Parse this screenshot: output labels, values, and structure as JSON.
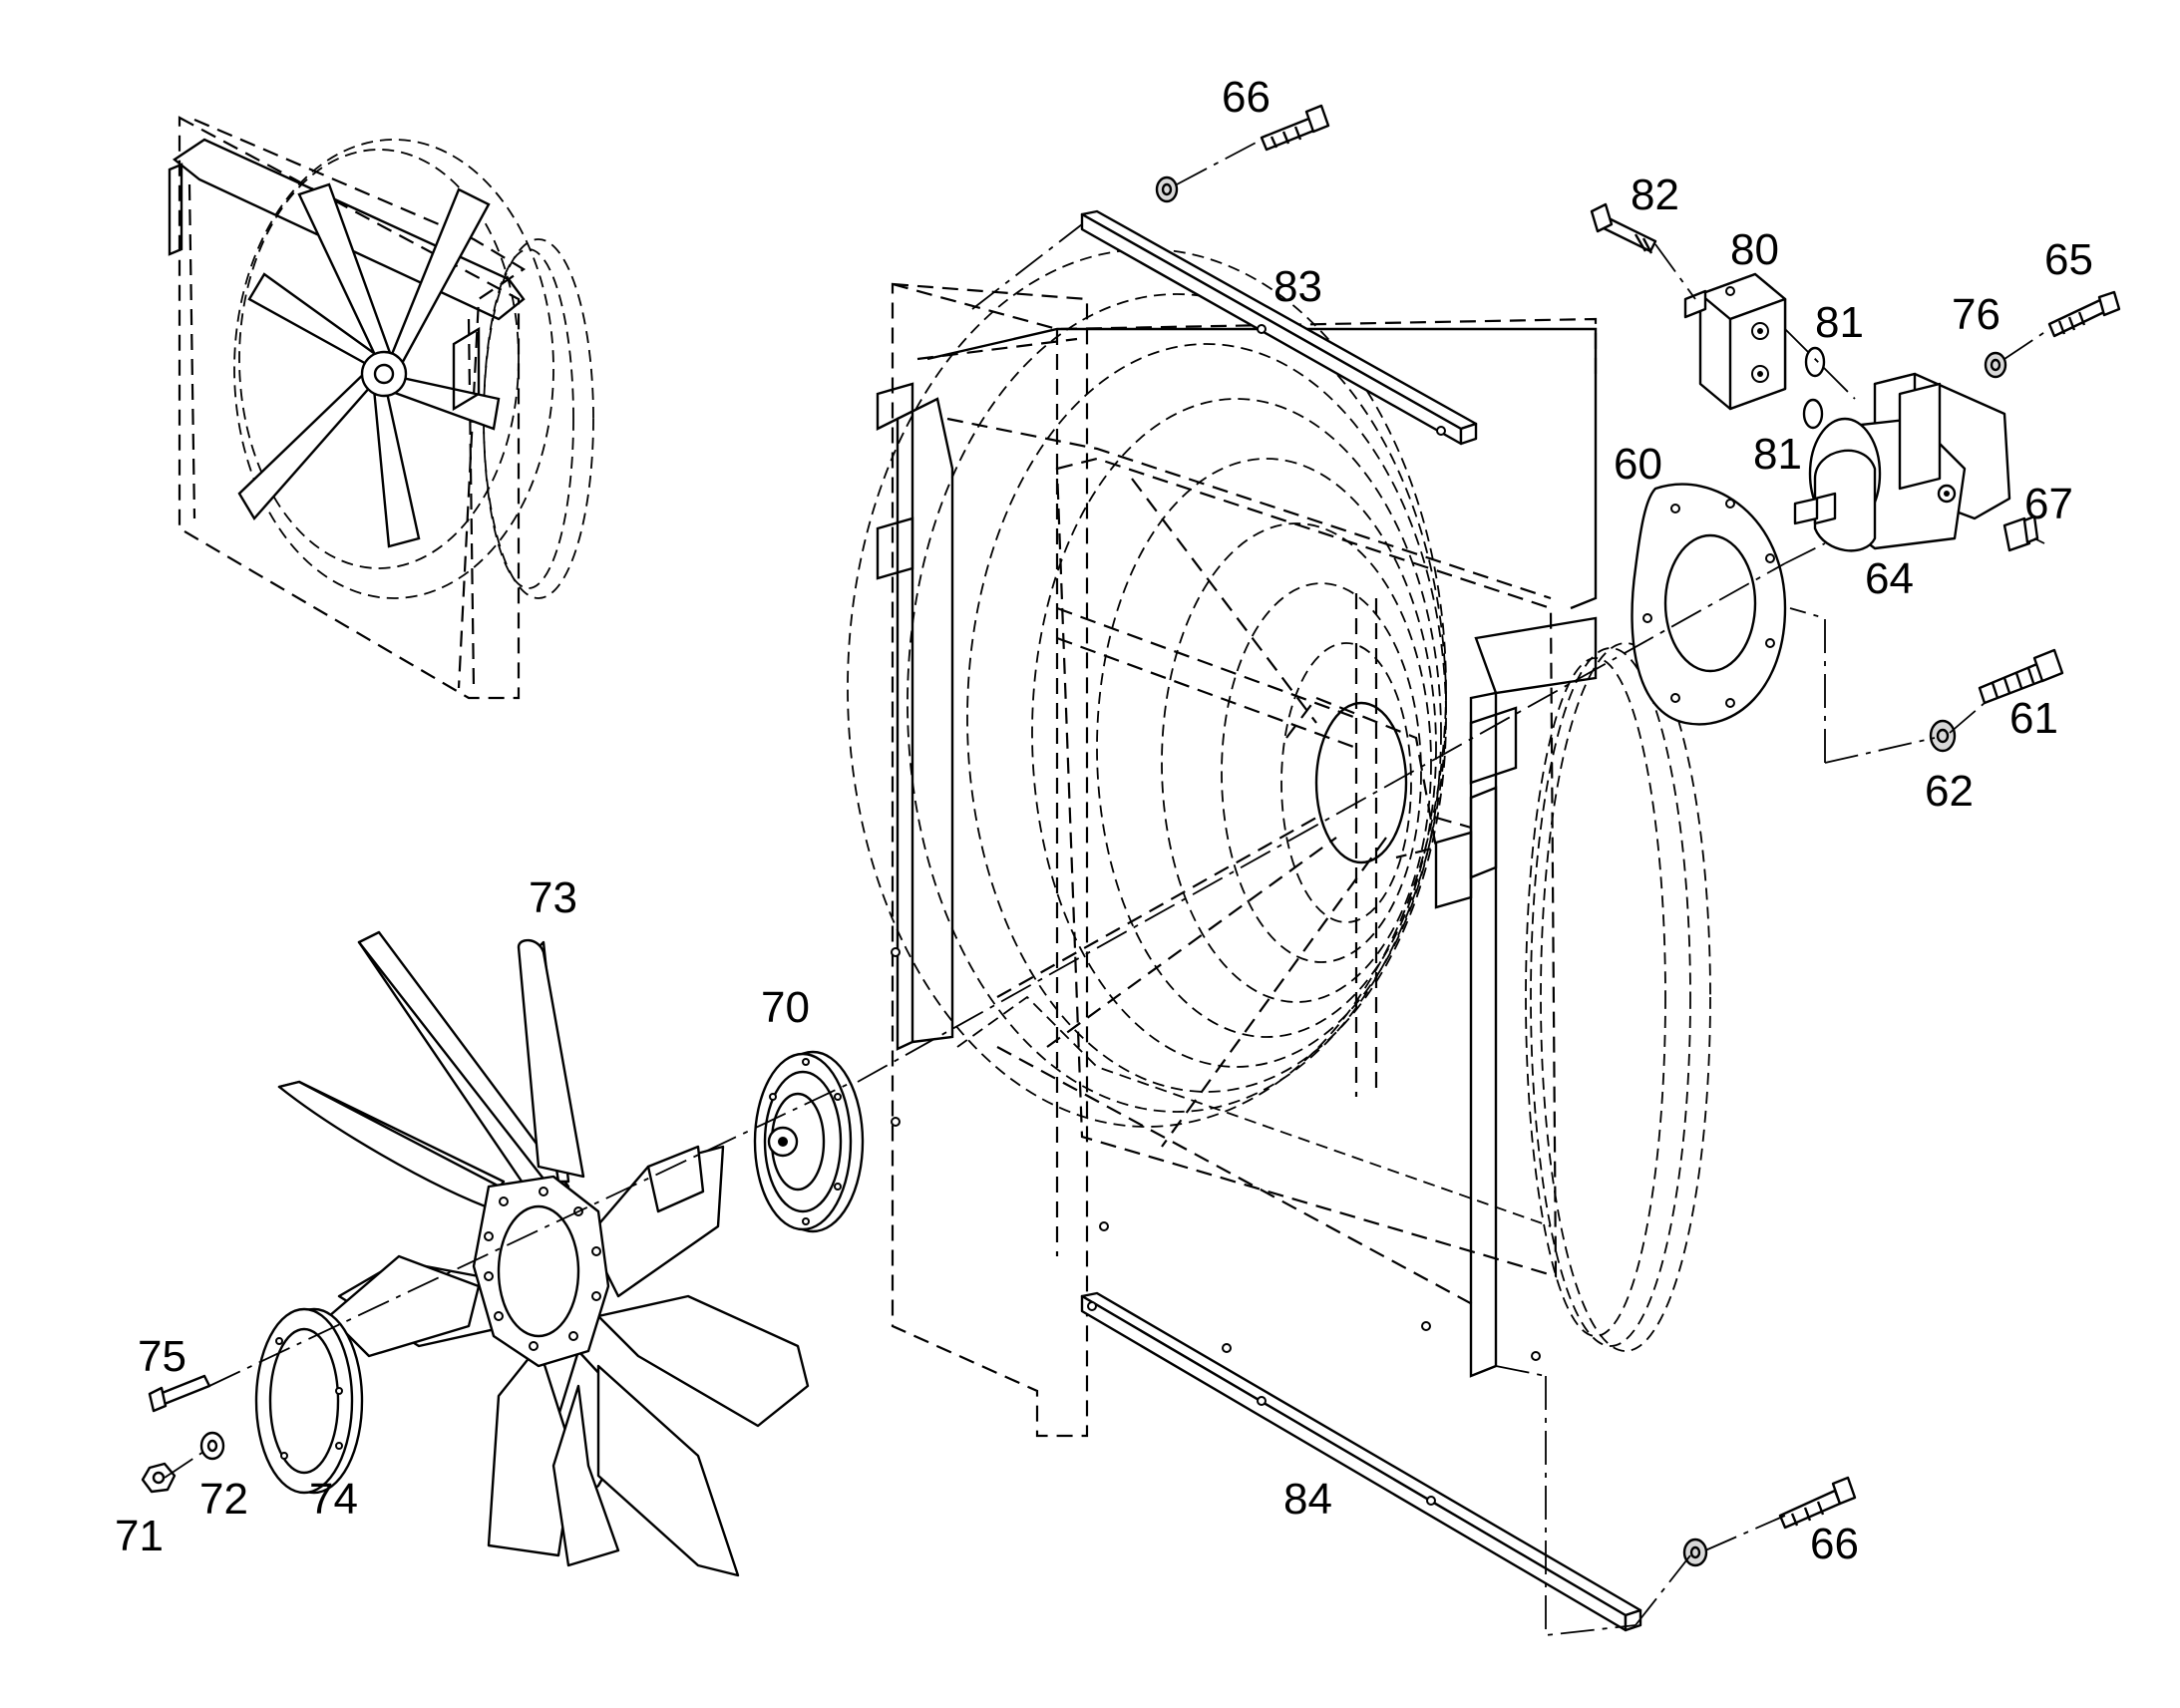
{
  "diagram": {
    "callouts": [
      {
        "id": "c60",
        "label": "60"
      },
      {
        "id": "c61",
        "label": "61"
      },
      {
        "id": "c62",
        "label": "62"
      },
      {
        "id": "c64",
        "label": "64"
      },
      {
        "id": "c65",
        "label": "65"
      },
      {
        "id": "c66a",
        "label": "66"
      },
      {
        "id": "c66b",
        "label": "66"
      },
      {
        "id": "c67",
        "label": "67"
      },
      {
        "id": "c70",
        "label": "70"
      },
      {
        "id": "c71",
        "label": "71"
      },
      {
        "id": "c72",
        "label": "72"
      },
      {
        "id": "c73",
        "label": "73"
      },
      {
        "id": "c74",
        "label": "74"
      },
      {
        "id": "c75",
        "label": "75"
      },
      {
        "id": "c76",
        "label": "76"
      },
      {
        "id": "c80",
        "label": "80"
      },
      {
        "id": "c81a",
        "label": "81"
      },
      {
        "id": "c81b",
        "label": "81"
      },
      {
        "id": "c82",
        "label": "82"
      },
      {
        "id": "c83",
        "label": "83"
      },
      {
        "id": "c84",
        "label": "84"
      }
    ]
  }
}
